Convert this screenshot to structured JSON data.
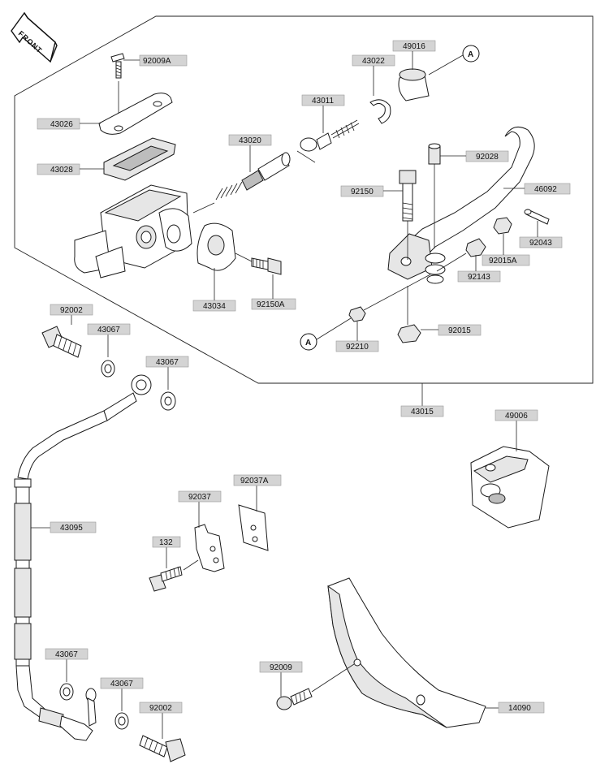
{
  "front_arrow": {
    "text": "FRONT"
  },
  "reference_marker": "A",
  "colors": {
    "label_bg": "#d4d4d4",
    "line": "#222222"
  },
  "labels": {
    "p92009A": "92009A",
    "p43026": "43026",
    "p43028": "43028",
    "p43020": "43020",
    "p43011": "43011",
    "p43022": "43022",
    "p49016": "49016",
    "p92028": "92028",
    "p92150": "92150",
    "p46092": "46092",
    "p92043": "92043",
    "p92015A": "92015A",
    "p92143": "92143",
    "p43034": "43034",
    "p92150A": "92150A",
    "p92015": "92015",
    "p92210": "92210",
    "p43015": "43015",
    "p92002_top": "92002",
    "p43067_1": "43067",
    "p43067_2": "43067",
    "p49006": "49006",
    "p92037": "92037",
    "p92037A": "92037A",
    "p43095": "43095",
    "p132": "132",
    "p43067_3": "43067",
    "p43067_4": "43067",
    "p92002_bottom": "92002",
    "p92009": "92009",
    "p14090": "14090"
  }
}
